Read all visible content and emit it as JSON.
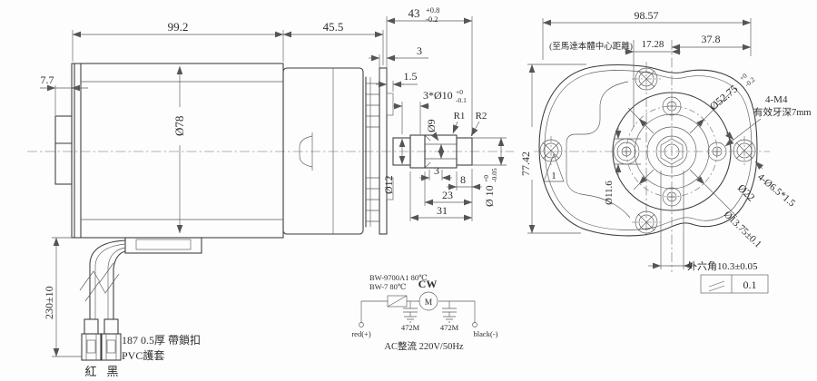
{
  "side_view": {
    "dim_99_2": "99.2",
    "dim_45_5": "45.5",
    "dim_43": "43",
    "dim_43_tol_plus": "+0.8",
    "dim_43_tol_minus": "-0.2",
    "dim_7_7": "7.7",
    "dim_body_dia": "Ø78",
    "dim_3_flange": "3",
    "dim_1_5": "1.5",
    "dim_3x10": "3*Ø10",
    "dim_3x10_tol_plus": "+0",
    "dim_3x10_tol_minus": "-0.1",
    "dim_hex_dia": "Ø9",
    "radius_1": "R1",
    "radius_2": "R2",
    "dim_12": "Ø12",
    "dim_3_hex": "3",
    "dim_8": "8",
    "dim_23": "23",
    "dim_31": "31",
    "dim_shaft_dia": "Ø 10",
    "dim_shaft_tol_plus": "+0",
    "dim_shaft_tol_minus": "-0.05",
    "dim_cable_length": "230±10",
    "cable_note_line1": "187 0.5厚 帶鎖扣",
    "cable_note_line2": "PVC護套",
    "wire_red_label": "紅",
    "wire_black_label": "黑"
  },
  "front_view": {
    "dim_98_57": "98.57",
    "center_note": "(至馬達本體中心距離)",
    "dim_17_28": "17.28",
    "dim_37_8": "37.8",
    "dim_pitch_circle": "Ø52.75",
    "pitch_tol_plus": "+0",
    "pitch_tol_minus": "-0.2",
    "thread_note_line1": "4-M4",
    "thread_note_line2": "有效牙深7mm",
    "dim_77_42": "77.42",
    "dim_11_6": "Ø11.6",
    "mount_holes_note": "4-Ø6.5*1.5",
    "dim_22": "Ø22",
    "dim_13_75": "Ø13.75±0.1",
    "hex_note": "外六角10.3±0.05",
    "fcf_value": "0.1",
    "revision_mark": "1"
  },
  "circuit": {
    "protector_line1": "BW-9700A1 80℃",
    "protector_line2": "BW-7 80℃",
    "rotation_label": "CW",
    "motor_symbol": "M",
    "capacitor_left": "472M",
    "capacitor_right": "472M",
    "terminal_positive": "red(+)",
    "terminal_negative": "black(-)",
    "power_note": "AC整流 220V/50Hz"
  }
}
